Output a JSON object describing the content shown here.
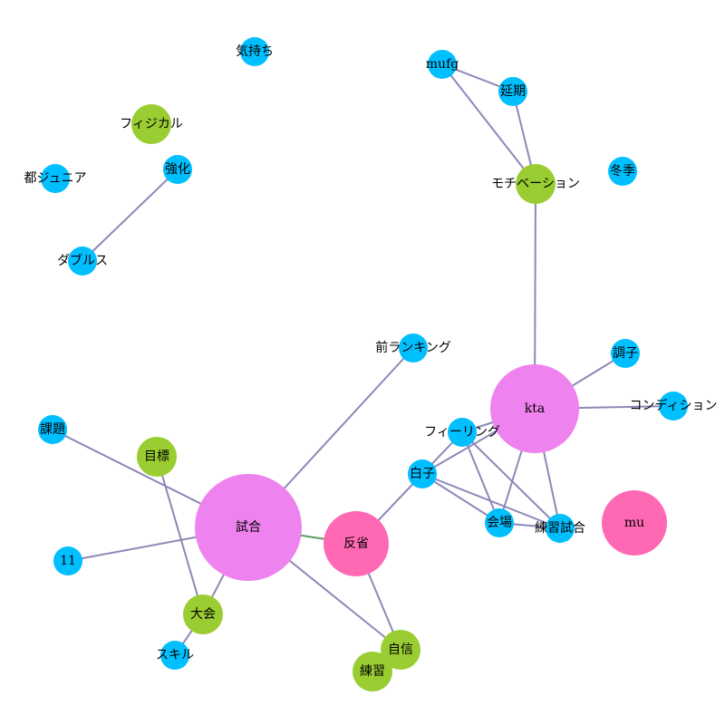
{
  "colors": {
    "blue": "#00bfff",
    "green": "#9acd32",
    "pink": "#ff69b4",
    "violet": "#ee82ee",
    "edge": "#8c88b8",
    "edge_green": "#5aa05a"
  },
  "nodes": [
    {
      "id": "kimochi",
      "label": "気持ち",
      "color": "blue"
    },
    {
      "id": "physical",
      "label": "フィジカル",
      "color": "green"
    },
    {
      "id": "kyouka",
      "label": "強化",
      "color": "blue"
    },
    {
      "id": "tojunior",
      "label": "都ジュニア",
      "color": "blue"
    },
    {
      "id": "doubles",
      "label": "ダブルス",
      "color": "blue"
    },
    {
      "id": "mufg",
      "label": "mufg",
      "color": "blue"
    },
    {
      "id": "enki",
      "label": "延期",
      "color": "blue"
    },
    {
      "id": "motivation",
      "label": "モチベーション",
      "color": "green"
    },
    {
      "id": "touki",
      "label": "冬季",
      "color": "blue"
    },
    {
      "id": "maeranking",
      "label": "前ランキング",
      "color": "blue"
    },
    {
      "id": "choushi",
      "label": "調子",
      "color": "blue"
    },
    {
      "id": "kta",
      "label": "kta",
      "color": "violet"
    },
    {
      "id": "condition",
      "label": "コンディション",
      "color": "blue"
    },
    {
      "id": "feeling",
      "label": "フィーリング",
      "color": "blue"
    },
    {
      "id": "shirako",
      "label": "白子",
      "color": "blue"
    },
    {
      "id": "kadai",
      "label": "課題",
      "color": "blue"
    },
    {
      "id": "mokuhyou",
      "label": "目標",
      "color": "green"
    },
    {
      "id": "kaijou",
      "label": "会場",
      "color": "blue"
    },
    {
      "id": "renshushiai",
      "label": "練習試合",
      "color": "blue"
    },
    {
      "id": "mu",
      "label": "mu",
      "color": "pink"
    },
    {
      "id": "shiai",
      "label": "試合",
      "color": "violet"
    },
    {
      "id": "hansei",
      "label": "反省",
      "color": "pink"
    },
    {
      "id": "n11",
      "label": "11",
      "color": "blue"
    },
    {
      "id": "taikai",
      "label": "大会",
      "color": "green"
    },
    {
      "id": "jishin",
      "label": "自信",
      "color": "green"
    },
    {
      "id": "skill",
      "label": "スキル",
      "color": "blue"
    },
    {
      "id": "renshu",
      "label": "練習",
      "color": "green"
    }
  ],
  "edges": [
    {
      "from": "kyouka",
      "to": "doubles"
    },
    {
      "from": "mufg",
      "to": "enki"
    },
    {
      "from": "mufg",
      "to": "motivation"
    },
    {
      "from": "enki",
      "to": "motivation"
    },
    {
      "from": "motivation",
      "to": "kta"
    },
    {
      "from": "kta",
      "to": "choushi"
    },
    {
      "from": "kta",
      "to": "condition"
    },
    {
      "from": "kta",
      "to": "feeling"
    },
    {
      "from": "kta",
      "to": "shirako"
    },
    {
      "from": "kta",
      "to": "kaijou"
    },
    {
      "from": "kta",
      "to": "renshushiai"
    },
    {
      "from": "feeling",
      "to": "shirako"
    },
    {
      "from": "feeling",
      "to": "kaijou"
    },
    {
      "from": "feeling",
      "to": "renshushiai"
    },
    {
      "from": "shirako",
      "to": "kaijou"
    },
    {
      "from": "shirako",
      "to": "renshushiai"
    },
    {
      "from": "kaijou",
      "to": "renshushiai"
    },
    {
      "from": "shirako",
      "to": "hansei"
    },
    {
      "from": "shiai",
      "to": "maeranking"
    },
    {
      "from": "shiai",
      "to": "kadai"
    },
    {
      "from": "shiai",
      "to": "n11"
    },
    {
      "from": "shiai",
      "to": "taikai"
    },
    {
      "from": "shiai",
      "to": "jishin"
    },
    {
      "from": "shiai",
      "to": "hansei",
      "tone": "green"
    },
    {
      "from": "hansei",
      "to": "jishin"
    },
    {
      "from": "mokuhyou",
      "to": "taikai"
    },
    {
      "from": "taikai",
      "to": "skill"
    }
  ]
}
